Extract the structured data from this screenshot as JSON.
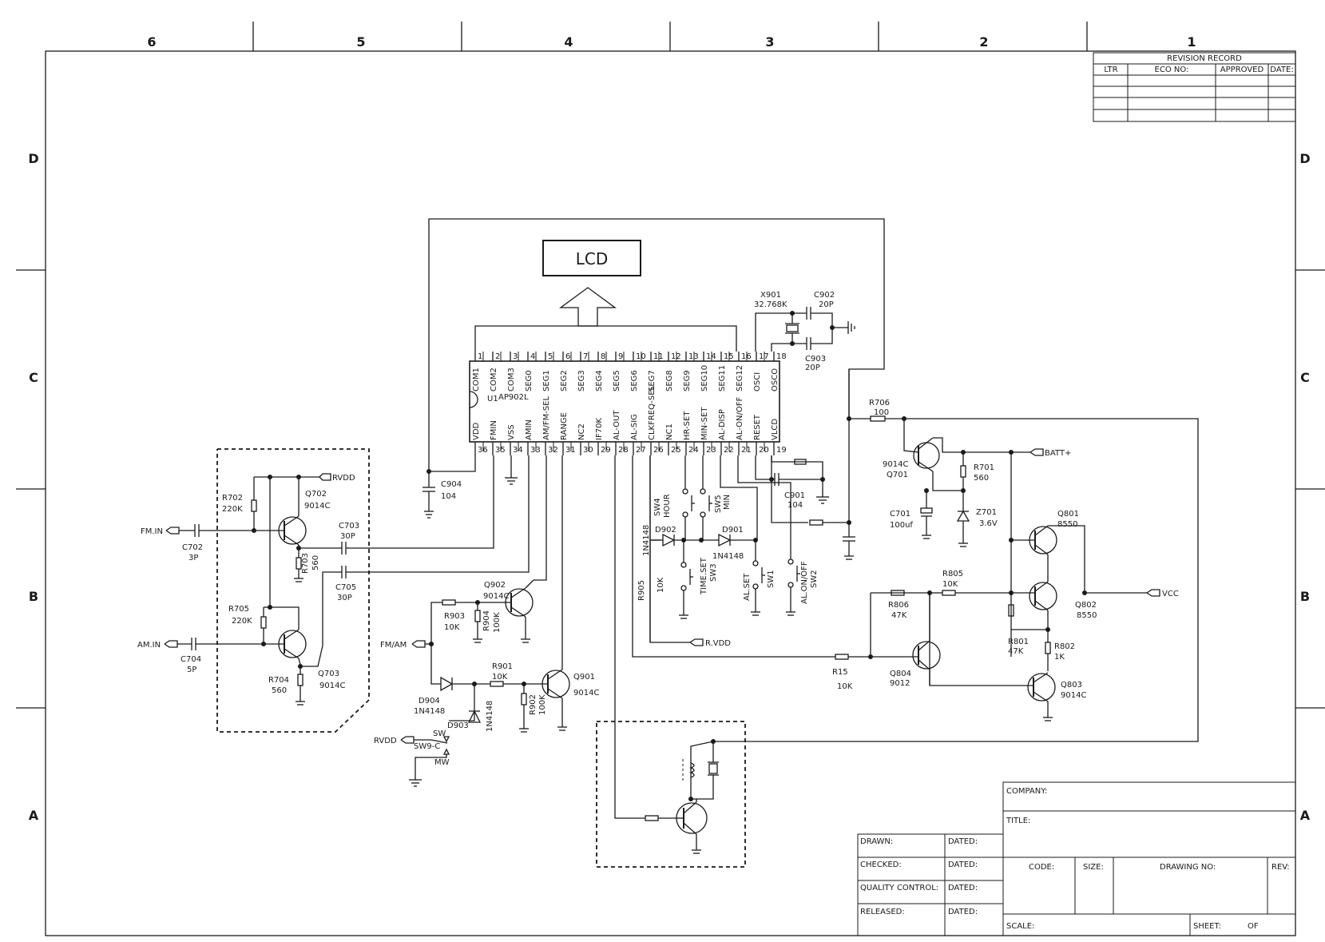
{
  "zones": {
    "cols": [
      "6",
      "5",
      "4",
      "3",
      "2",
      "1"
    ],
    "rows": [
      "D",
      "C",
      "B",
      "A"
    ]
  },
  "revision": {
    "title": "REVISION RECORD",
    "headers": [
      "LTR",
      "ECO NO:",
      "APPROVED",
      "DATE:"
    ]
  },
  "ic": {
    "ref": "U1",
    "part": "AP902L",
    "top_pins": [
      {
        "n": "1",
        "name": "COM1"
      },
      {
        "n": "2",
        "name": "COM2"
      },
      {
        "n": "3",
        "name": "COM3"
      },
      {
        "n": "4",
        "name": "SEG0"
      },
      {
        "n": "5",
        "name": "SEG1"
      },
      {
        "n": "6",
        "name": "SEG2"
      },
      {
        "n": "7",
        "name": "SEG3"
      },
      {
        "n": "8",
        "name": "SEG4"
      },
      {
        "n": "9",
        "name": "SEG5"
      },
      {
        "n": "10",
        "name": "SEG6"
      },
      {
        "n": "11",
        "name": "SEG7"
      },
      {
        "n": "12",
        "name": "SEG8"
      },
      {
        "n": "13",
        "name": "SEG9"
      },
      {
        "n": "14",
        "name": "SEG10"
      },
      {
        "n": "15",
        "name": "SEG11"
      },
      {
        "n": "16",
        "name": "SEG12"
      },
      {
        "n": "17",
        "name": "OSCI"
      },
      {
        "n": "18",
        "name": "OSCO"
      }
    ],
    "bottom_pins": [
      {
        "n": "36",
        "name": "VDD"
      },
      {
        "n": "35",
        "name": "FMIN"
      },
      {
        "n": "34",
        "name": "VSS"
      },
      {
        "n": "33",
        "name": "AMIN"
      },
      {
        "n": "32",
        "name": "AM/FM-SEL"
      },
      {
        "n": "31",
        "name": "RANGE"
      },
      {
        "n": "30",
        "name": "NC2"
      },
      {
        "n": "29",
        "name": "IF70K"
      },
      {
        "n": "28",
        "name": "AL-OUT"
      },
      {
        "n": "27",
        "name": "AL-SIG"
      },
      {
        "n": "26",
        "name": "CLKFREQ-SEL"
      },
      {
        "n": "25",
        "name": "NC1"
      },
      {
        "n": "24",
        "name": "HR-SET"
      },
      {
        "n": "23",
        "name": "MIN-SET"
      },
      {
        "n": "22",
        "name": "AL-DISP"
      },
      {
        "n": "21",
        "name": "AL-ON/OFF"
      },
      {
        "n": "20",
        "name": "RESET"
      },
      {
        "n": "19",
        "name": "VLCD"
      }
    ]
  },
  "lcd": "LCD",
  "labels": {
    "x901": [
      "X901",
      "32.768K"
    ],
    "c902": [
      "C902",
      "20P"
    ],
    "c903": [
      "C903",
      "20P"
    ],
    "c904": [
      "C904",
      "104"
    ],
    "c901": [
      "C901",
      "104"
    ],
    "r706": [
      "R706",
      "100"
    ],
    "q701": [
      "9014C",
      "Q701"
    ],
    "r701": [
      "R701",
      "560"
    ],
    "c701": [
      "C701",
      "100uf"
    ],
    "z701": [
      "Z701",
      "3.6V"
    ],
    "batt": "BATT+",
    "q801": [
      "Q801",
      "8550"
    ],
    "r805": [
      "R805",
      "10K"
    ],
    "r806": [
      "R806",
      "47K"
    ],
    "q802": [
      "Q802",
      "8550"
    ],
    "vcc": "VCC",
    "r801": [
      "R801",
      "47K"
    ],
    "r802": [
      "R802",
      "1K"
    ],
    "q803": [
      "Q803",
      "9014C"
    ],
    "q804": [
      "Q804",
      "9012"
    ],
    "r15": [
      "R15",
      "10K"
    ],
    "rvdd": "RVDD",
    "r702": [
      "R702",
      "220K"
    ],
    "q702": [
      "Q702",
      "9014C"
    ],
    "fmin": "FM.IN",
    "c702": [
      "C702",
      "3P"
    ],
    "c703": [
      "C703",
      "30P"
    ],
    "r703": [
      "R703",
      "560"
    ],
    "c705": [
      "C705",
      "30P"
    ],
    "r705": [
      "R705",
      "220K"
    ],
    "amin": "AM.IN",
    "c704": [
      "C704",
      "5P"
    ],
    "r704": [
      "R704",
      "560"
    ],
    "q703": [
      "Q703",
      "9014C"
    ],
    "q902": [
      "Q902",
      "9014C"
    ],
    "r903": [
      "R903",
      "10K"
    ],
    "r904": [
      "R904",
      "100K"
    ],
    "fmam": "FM/AM",
    "r901": [
      "R901",
      "10K"
    ],
    "q901": [
      "Q901",
      "9014C"
    ],
    "r902": [
      "R902",
      "100K"
    ],
    "d904": [
      "D904",
      "1N4148"
    ],
    "d903": [
      "D903",
      "1N4148"
    ],
    "sw9": [
      "SW",
      "SW9-C",
      "MW"
    ],
    "rvdd2": "RVDD",
    "sw4": [
      "SW4",
      "HOUR"
    ],
    "sw5": [
      "SW5",
      "MIN"
    ],
    "d902": "D902",
    "d901": [
      "D901",
      "1N4148"
    ],
    "d902pn": "1N4148",
    "r905": [
      "R905",
      "10K"
    ],
    "sw3": [
      "TIME.SET",
      "SW3"
    ],
    "sw1": [
      "AL.SET",
      "SW1"
    ],
    "sw2": [
      "AL.ON/OFF",
      "SW2"
    ],
    "rvdd3": "R.VDD"
  },
  "title_block": {
    "company": "COMPANY:",
    "title": "TITLE:",
    "drawn": "DRAWN:",
    "checked": "CHECKED:",
    "qc": "QUALITY CONTROL:",
    "released": "RELEASED:",
    "dated": "DATED:",
    "code": "CODE:",
    "size": "SIZE:",
    "drawing_no": "DRAWING NO:",
    "rev": "REV:",
    "scale": "SCALE:",
    "sheet": "SHEET:",
    "of": "OF"
  }
}
